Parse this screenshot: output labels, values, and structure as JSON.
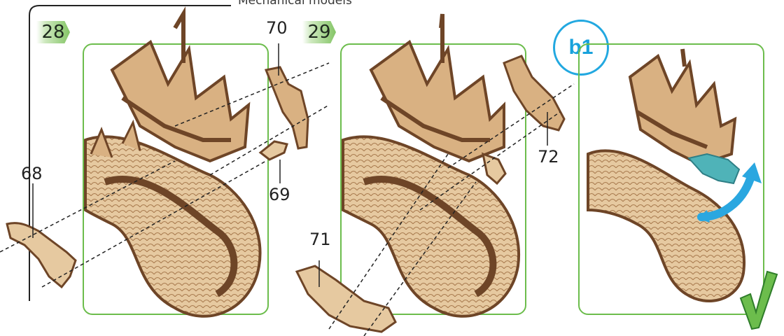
{
  "header": {
    "title": "Mechanical models"
  },
  "steps": [
    {
      "number": "28",
      "callouts": [
        "68",
        "69",
        "70"
      ]
    },
    {
      "number": "29",
      "callouts": [
        "71",
        "72"
      ]
    },
    {
      "number": "b1"
    }
  ],
  "colors": {
    "panel_border": "#6cbd4c",
    "badge_green": "#84c566",
    "badge_blue": "#22a8e0",
    "wood_light": "#e6c9a0",
    "wood_dark": "#6e4527",
    "teal_part": "#4fb3b8",
    "arrow_blue": "#2aa7e0",
    "check_green": "#6cbd4c"
  },
  "icons": [
    "check-icon",
    "rotate-arrow-icon"
  ]
}
